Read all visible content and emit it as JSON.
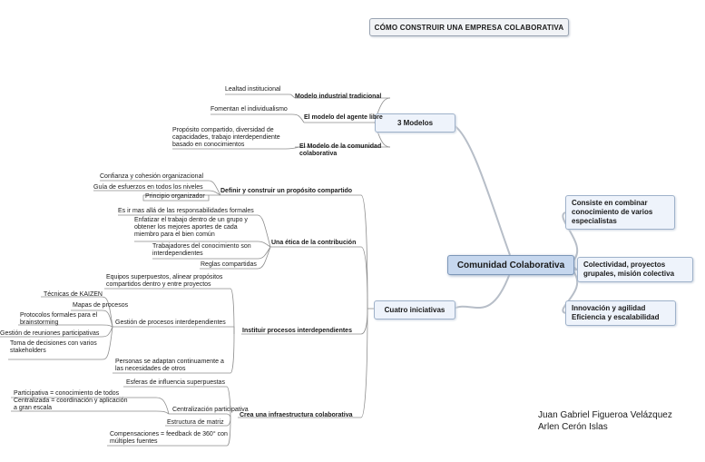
{
  "title": "CÓMO CONSTRUIR UNA EMPRESA COLABORATIVA",
  "center": "Comunidad Colaborativa",
  "right_nodes": [
    "Consiste en combinar conocimiento de varios especialistas",
    "Colectividad, proyectos grupales, misión colectiva",
    "Innovación y agilidad Eficiencia y escalabilidad"
  ],
  "modelos": {
    "label": "3 Modelos",
    "items": [
      {
        "label": "Modelo industrial tradicional",
        "detail": "Lealtad institucional"
      },
      {
        "label": "El modelo del agente libre",
        "detail": "Fomentan el individualismo"
      },
      {
        "label": "El Modelo de la comunidad colaborativa",
        "detail": "Propósito compartido, diversidad de capacidades, trabajo interdependiente basado en conocimientos"
      }
    ]
  },
  "iniciativas": {
    "label": "Cuatro iniciativas",
    "proposito": {
      "label": "Definir y construir un propósito compartido",
      "details": [
        "Confianza y cohesión organizacional",
        "Guía de esfuerzos en todos los niveles",
        "Principio organizador"
      ]
    },
    "etica": {
      "label": "Una ética de la contribución",
      "details": [
        "Es ir mas allá de las responsabilidades formales",
        "Enfatizar el trabajo dentro de un grupo y obtener los mejores aportes de cada miembro para el bien común",
        "Trabajadores del conocimiento son interdependientes",
        "Reglas compartidas"
      ]
    },
    "procesos": {
      "label": "Instituir procesos interdependientes",
      "equipos": "Equipos superpuestos, alinear propósitos compartidos dentro y entre proyectos",
      "gestion": "Gestión de procesos interdependientes",
      "gestion_items": [
        "Técnicas de KAIZEN",
        "Mapas de procesos",
        "Protocolos formales para el brainstorming",
        "Gestión de reuniones participativas",
        "Toma de decisiones con varios stakeholders"
      ],
      "personas": "Personas se adaptan continuamente a las necesidades de otros"
    },
    "infraestructura": {
      "label": "Crea una infraestructura colaborativa",
      "esferas": "Esferas de influencia superpuestas",
      "centralizacion": "Centralización participativa",
      "centralizacion_detail_1": "Participativa = conocimiento de todos",
      "centralizacion_detail_2": "Centralizada = coordinación y aplicación a gran escala",
      "matriz": "Estructura de matriz",
      "compensaciones": "Compensaciones  =  feedback de 360° con múltiples fuentes"
    }
  },
  "authors": [
    "Juan Gabriel Figueroa Velázquez",
    "Arlen Cerón Islas"
  ],
  "colors": {
    "center_fill": "#c6d7ee",
    "node_fill": "#eef3fb",
    "connector": "#b8bfc9",
    "line": "#8a8a8a"
  }
}
